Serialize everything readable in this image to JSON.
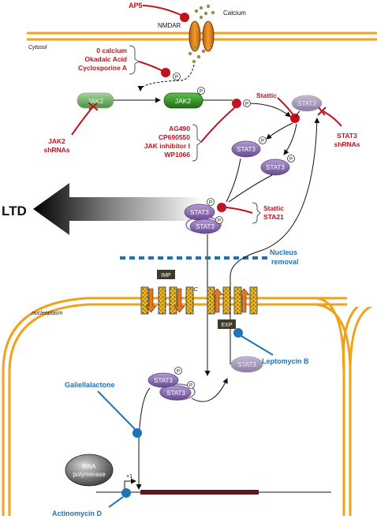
{
  "labels": {
    "ap5": "AP5",
    "calcium": "Calcium",
    "nmdar": "NMDAR",
    "cytosol": "Cytosol",
    "inhib1": [
      "0 calcium",
      "Okadaic Acid",
      "Cyclosporine A"
    ],
    "jak2": "JAK2",
    "jak2_shrna": [
      "JAK2",
      "shRNAs"
    ],
    "stattic_top": "Stattic",
    "stat3": "STAT3",
    "stat3_shrna": [
      "STAT3",
      "shRNAs"
    ],
    "jak_inhib": [
      "AG490",
      "CP690550",
      "JAK inhibitor I",
      "WP1066"
    ],
    "ltd": "LTD",
    "stat_inhib": [
      "Stattic",
      "STA21"
    ],
    "nucleus_removal": [
      "Nucleus",
      "removal"
    ],
    "imp": "IMP",
    "npc": "NPC",
    "nucleoplasm": "nucleoplasm",
    "exp": "EXP",
    "leptomycin": "Leptomycin B",
    "galiellalactone": "Galiellalactone",
    "rna_pol": [
      "RNA",
      "polymerase"
    ],
    "plus1": "+1",
    "actinomycin": "Actinomycin D",
    "p": "P"
  },
  "colors": {
    "inhibitor_red": "#c1121f",
    "inhibitor_blue": "#1f72b8",
    "membrane": "#f0a21c",
    "stat3_purple": "#8c6fb0",
    "jak2_green": "#2e8b1e",
    "npc_gold": "#e8b923",
    "gene_bar": "#5a1a1a"
  }
}
